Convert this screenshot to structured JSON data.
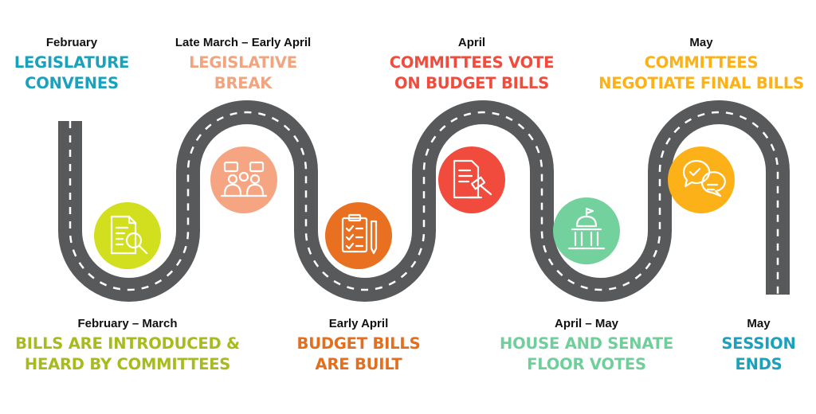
{
  "colors": {
    "road": "#58595b",
    "dash": "#ffffff"
  },
  "milestones": [
    {
      "date": "February",
      "title_line1": "LEGISLATURE",
      "title_line2": "CONVENES",
      "color": "#1aa2bd"
    },
    {
      "date": "February – March",
      "title_line1": "BILLS ARE INTRODUCED &",
      "title_line2": "HEARD BY COMMITTEES",
      "color": "#a8bb1c",
      "icon": "document-search-icon",
      "icon_color": "#d2df1f"
    },
    {
      "date": "Late March – Early April",
      "title_line1": "LEGISLATIVE",
      "title_line2": "BREAK",
      "color": "#f2a37f",
      "icon": "meeting-icon",
      "icon_color": "#f6a583"
    },
    {
      "date": "Early April",
      "title_line1": "BUDGET BILLS",
      "title_line2": "ARE BUILT",
      "color": "#e36f1e",
      "icon": "clipboard-checklist-icon",
      "icon_color": "#e97021"
    },
    {
      "date": "April",
      "title_line1": "COMMITTEES VOTE",
      "title_line2": "ON BUDGET BILLS",
      "color": "#f04b3c",
      "icon": "gavel-document-icon",
      "icon_color": "#f04b3c"
    },
    {
      "date": "April – May",
      "title_line1": "HOUSE AND SENATE",
      "title_line2": "FLOOR VOTES",
      "color": "#6fcf9b",
      "icon": "capitol-building-icon",
      "icon_color": "#72d19c"
    },
    {
      "date": "May",
      "title_line1": "COMMITTEES",
      "title_line2": "NEGOTIATE FINAL BILLS",
      "color": "#fbb117",
      "icon": "chat-bubbles-icon",
      "icon_color": "#fbb117"
    },
    {
      "date": "May",
      "title_line1": "SESSION",
      "title_line2": "ENDS",
      "color": "#1aa2bd"
    }
  ]
}
